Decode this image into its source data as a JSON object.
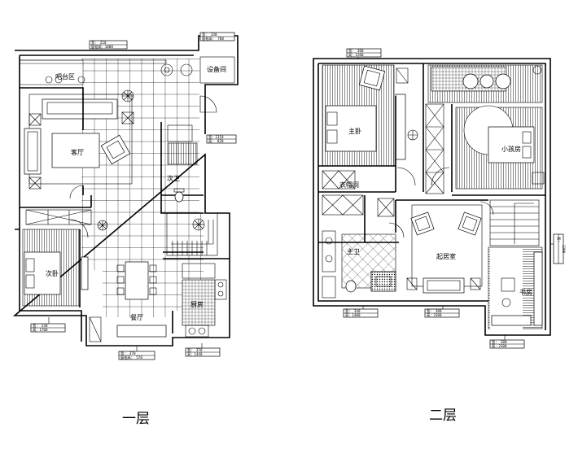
{
  "floor1": {
    "title": "一层",
    "rooms": {
      "bar_area": "吧台区",
      "equipment_room": "设备间",
      "living_room": "客厅",
      "second_bathroom": "次卫",
      "second_bedroom": "次卧",
      "dining_room": "餐厅",
      "kitchen": "厨房"
    },
    "tags": [
      {
        "r1": "宽：  210",
        "r2": "窗框高：1000"
      },
      {
        "r1": "宽：  330",
        "r2": "窗框高：  780"
      },
      {
        "r1": "宽：1310",
        "r2": "高：  820"
      },
      {
        "r1": "宽：  330",
        "r2": "高：1700"
      },
      {
        "r1": "宽：  370",
        "r2": "窗框高：  570"
      },
      {
        "r1": "宽：  370",
        "r2": "高：1440"
      }
    ]
  },
  "floor2": {
    "title": "二层",
    "rooms": {
      "master_bedroom": "主卧",
      "kids_room": "小孩房",
      "cloakroom": "衣帽间",
      "master_bathroom": "主卫",
      "family_room": "起居室",
      "study": "书房"
    },
    "tags": [
      {
        "r1": "宽：  300",
        "r2": "高：1200"
      },
      {
        "r1": "宽：  340",
        "r2": "高：1400"
      },
      {
        "r1": "宽：  300",
        "r2": "高：2300"
      },
      {
        "r1": "宽：  300",
        "r2": "高：2300"
      },
      {
        "r1": "宽：",
        "r2": "1200"
      }
    ]
  }
}
